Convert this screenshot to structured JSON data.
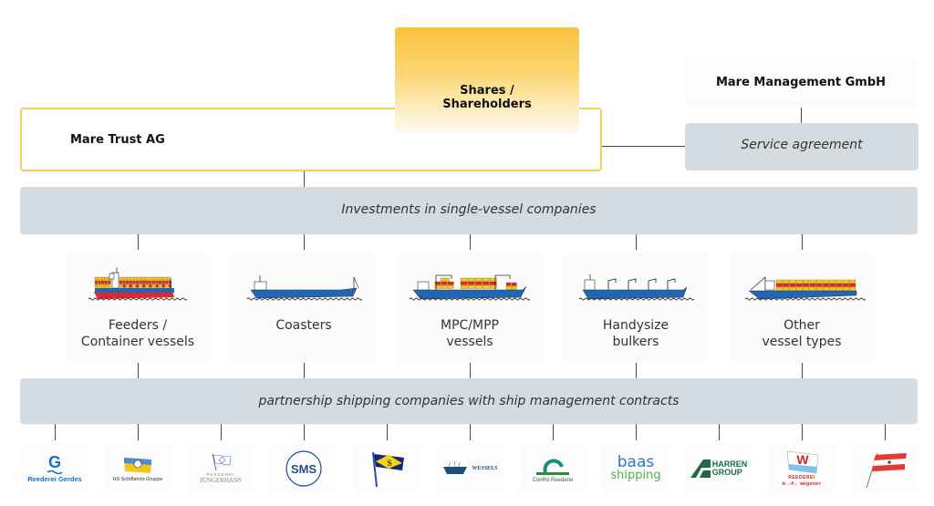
{
  "diagram": {
    "trust": {
      "label": "Mare Trust AG"
    },
    "shares": {
      "line1": "Shares /",
      "line2": "Shareholders"
    },
    "management": {
      "label": "Mare Management GmbH"
    },
    "service": {
      "label": "Service agreement"
    },
    "investments_bar": {
      "label": "Investments in single-vessel companies"
    },
    "partnership_bar": {
      "label": "partnership shipping companies with ship management contracts"
    },
    "vessel_types": [
      {
        "line1": "Feeders /",
        "line2": "Container vessels",
        "icon": "container-ship-icon"
      },
      {
        "line1": "Coasters",
        "line2": "",
        "icon": "coaster-ship-icon"
      },
      {
        "line1": "MPC/MPP",
        "line2": "vessels",
        "icon": "mpp-ship-icon"
      },
      {
        "line1": "Handysize",
        "line2": "bulkers",
        "icon": "bulker-ship-icon"
      },
      {
        "line1": "Other",
        "line2": "vessel types",
        "icon": "other-ship-icon"
      }
    ],
    "partners": [
      {
        "name": "Reederei Gerdes",
        "logo_text": "Reederei Gerdes",
        "logo_mark": "G"
      },
      {
        "name": "HS Schiffahrts Gruppe",
        "logo_text": "HS Schiffahrts Gruppe"
      },
      {
        "name": "Reederei Jüngerhans",
        "logo_text_top": "REEDEREI",
        "logo_text": "JÜNGERHANS"
      },
      {
        "name": "SMS",
        "logo_text": "SMS"
      },
      {
        "name": "Flag S",
        "logo_mark": "S"
      },
      {
        "name": "Wessels",
        "logo_text": "WESSELS"
      },
      {
        "name": "ConRo Reederei",
        "logo_text": "ConRo Reederei"
      },
      {
        "name": "baas shipping",
        "logo_text_top": "baas",
        "logo_text": "shipping"
      },
      {
        "name": "Harren Group",
        "logo_text_top": "HARREN",
        "logo_text": "GROUP"
      },
      {
        "name": "Reederei H.-P. Wegener",
        "logo_mark": "W",
        "logo_text_top": "REEDEREI",
        "logo_text": "H.-P. Wegener"
      },
      {
        "name": "Flag red-white"
      }
    ],
    "colors": {
      "accent_yellow": "#f9c23c",
      "border_yellow": "#f7cf5e",
      "bar_gray": "#d4dbe1",
      "ship_blue": "#1f67b5",
      "ship_red": "#e3262b",
      "container_yellow": "#f5c518",
      "gerdes_blue": "#1a6fc0",
      "baas_green": "#4caf50",
      "harren_green": "#1e6b45",
      "wegener_red": "#d6232a"
    }
  }
}
